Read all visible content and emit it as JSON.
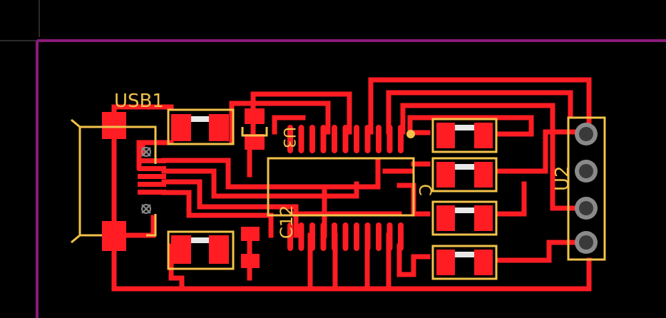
{
  "colors": {
    "background": "#000000",
    "board_outline": "#8b1a7a",
    "copper": "#ff1d23",
    "silkscreen": "#f2c24a",
    "pad_body": "#e8e8e8",
    "via_ring": "#8a8a8a",
    "via_hole": "#3a3a3a",
    "cursor_line": "#555555"
  },
  "labels": {
    "usb1": "USB1",
    "u2": "U2",
    "u3": "U3",
    "c12": "C12",
    "c": "C"
  },
  "components": [
    {
      "ref": "USB1",
      "type": "usb-connector"
    },
    {
      "ref": "U2",
      "type": "4-pin-header"
    },
    {
      "ref": "U3",
      "type": "soic-ic"
    },
    {
      "ref": "C12",
      "type": "capacitor"
    }
  ]
}
